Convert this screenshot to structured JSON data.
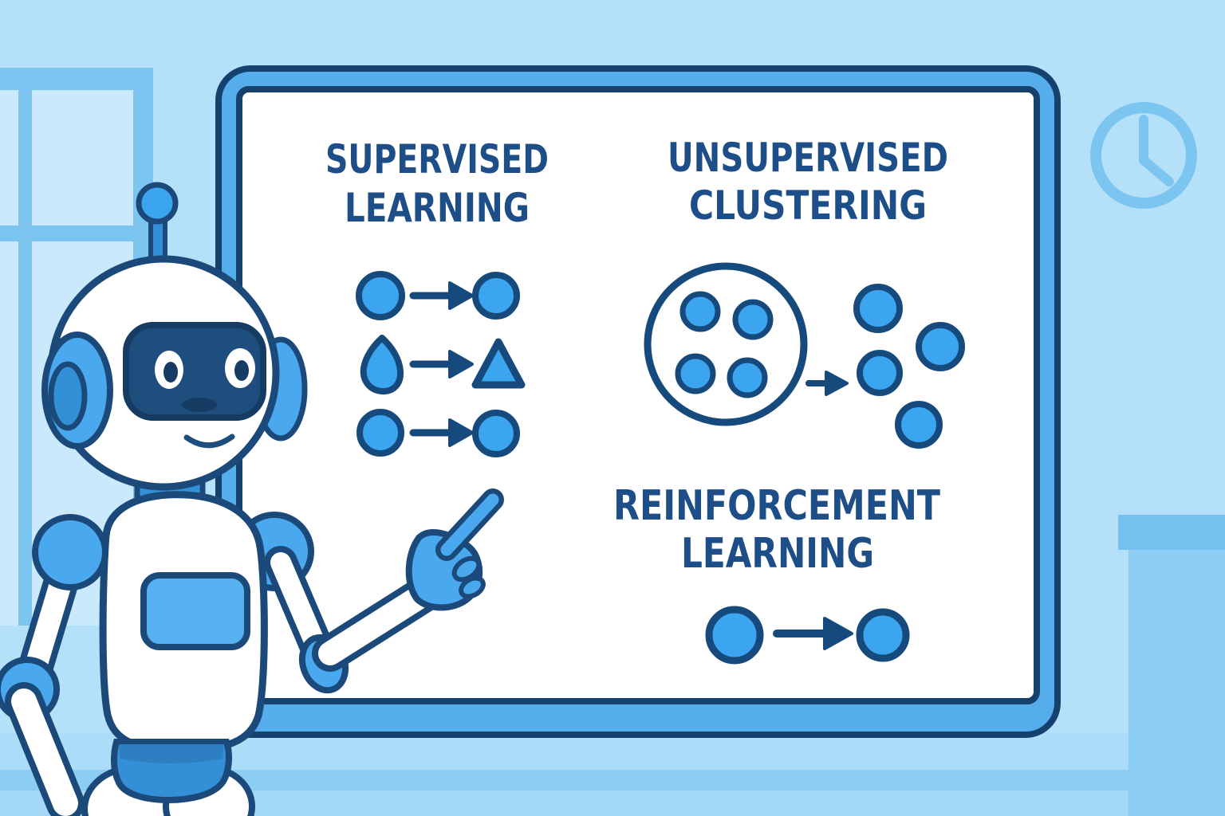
{
  "scene": {
    "description": "Cartoon robot teacher pointing at a framed whiteboard that explains three machine learning paradigms",
    "palette": {
      "wall": "#b5e0f9",
      "wall_pane": "#cbe9fc",
      "window_frame": "#7cc5f1",
      "board_frame": "#55adec",
      "board_border": "#16406e",
      "board_surface": "#ffffff",
      "ink": "#1d4e87",
      "shape_fill": "#3ba5f0",
      "shape_outline": "#174a7c",
      "robot_body": "#ffffff",
      "robot_outline": "#1b4a7a",
      "robot_accent": "#4aa9ee",
      "robot_accent_dark": "#3390d6",
      "visor": "#1e4e7d",
      "clock": "#7cc5f1",
      "desk": "#8bcdf3",
      "floor": "#a3d8f6"
    }
  },
  "whiteboard": {
    "panels": [
      {
        "id": "supervised-learning",
        "title_lines": [
          "SUPERVISED",
          "LEARNING"
        ],
        "diagram": {
          "type": "labeled-mapping",
          "rows": [
            {
              "input": "circle",
              "output": "circle"
            },
            {
              "input": "drop",
              "output": "triangle"
            },
            {
              "input": "circle",
              "output": "circle"
            }
          ]
        }
      },
      {
        "id": "unsupervised-clustering",
        "title_lines": [
          "UNSUPERVISED",
          "CLUSTERING"
        ],
        "diagram": {
          "type": "cluster-scatter",
          "clustered_points": 4,
          "scattered_points": 4
        }
      },
      {
        "id": "reinforcement-learning",
        "title_lines": [
          "REINFORCEMENT",
          "LEARNING"
        ],
        "diagram": {
          "type": "state-transition",
          "input": "circle",
          "output": "circle"
        }
      }
    ]
  },
  "background": {
    "window": {
      "panes": 4
    },
    "clock": {
      "hands": [
        "12",
        "4"
      ]
    },
    "desk": {
      "position": "bottom-right"
    }
  }
}
